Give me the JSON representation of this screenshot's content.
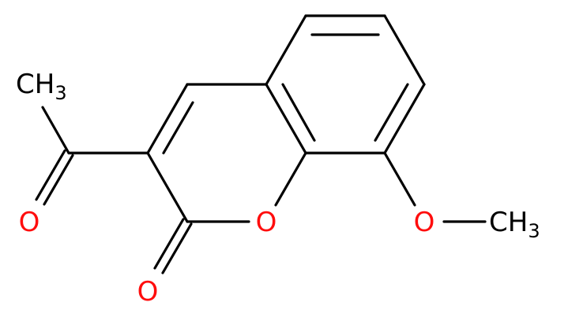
{
  "molecule": {
    "atoms": {
      "acetyl_methyl": "CH",
      "acetyl_methyl_sub": "3",
      "acetyl_oxygen": "O",
      "ring_oxygen": "O",
      "carbonyl_oxygen": "O",
      "methoxy_oxygen": "O",
      "methoxy_methyl": "CH",
      "methoxy_methyl_sub": "3"
    },
    "colors": {
      "bond": "#000000",
      "oxygen": "#ff0d0d",
      "carbon": "#000000"
    }
  }
}
